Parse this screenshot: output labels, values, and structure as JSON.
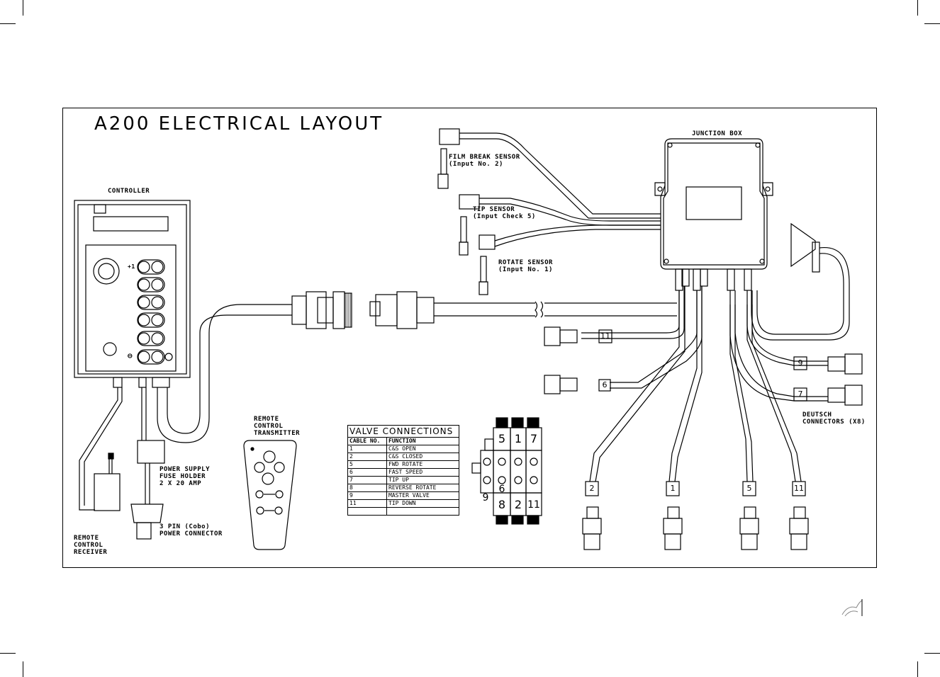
{
  "title": "A200 ELECTRICAL LAYOUT",
  "labels": {
    "controller": "CONTROLLER",
    "junction_box": "JUNCTION BOX",
    "film_break_1": "FILM BREAK SENSOR",
    "film_break_2": "(Input No. 2)",
    "tip_sensor_1": "TIP SENSOR",
    "tip_sensor_2": "(Input Check 5)",
    "rotate_sensor_1": "ROTATE SENSOR",
    "rotate_sensor_2": "(Input No. 1)",
    "remote_tx_1": "REMOTE",
    "remote_tx_2": "CONTROL",
    "remote_tx_3": "TRANSMITTER",
    "psu_1": "POWER SUPPLY",
    "psu_2": "FUSE HOLDER",
    "psu_3": "2 X 20 AMP",
    "pin_1": "3 PIN (Cobo)",
    "pin_2": "POWER CONNECTOR",
    "rx_1": "REMOTE",
    "rx_2": "CONTROL",
    "rx_3": "RECEIVER",
    "deutsch_1": "DEUTSCH",
    "deutsch_2": "CONNECTORS (X8)"
  },
  "valve_table": {
    "caption": "VALVE CONNECTIONS",
    "headers": [
      "CABLE NO.",
      "FUNCTION"
    ],
    "rows": [
      [
        "1",
        "C&S OPEN"
      ],
      [
        "2",
        "C&S CLOSED"
      ],
      [
        "5",
        "FWD ROTATE"
      ],
      [
        "6",
        "FAST SPEED"
      ],
      [
        "7",
        "TIP UP"
      ],
      [
        "8",
        "REVERSE ROTATE"
      ],
      [
        "9",
        "MASTER VALVE"
      ],
      [
        "11",
        "TIP DOWN"
      ],
      [
        "",
        ""
      ]
    ]
  },
  "connector_numbers": {
    "c11_top": "11",
    "c6": "6",
    "c9": "9",
    "c7": "7",
    "c2": "2",
    "c1": "1",
    "c5": "5",
    "c11_bottom": "11"
  },
  "valve_block_numbers": {
    "top_5": "5",
    "top_1": "1",
    "top_7": "7",
    "mid_6": "6",
    "left_9": "9",
    "bot_8": "8",
    "bot_2": "2",
    "bot_11": "11"
  },
  "controller_keys": {
    "k1_left": "+1",
    "k6_left": "⊖"
  }
}
